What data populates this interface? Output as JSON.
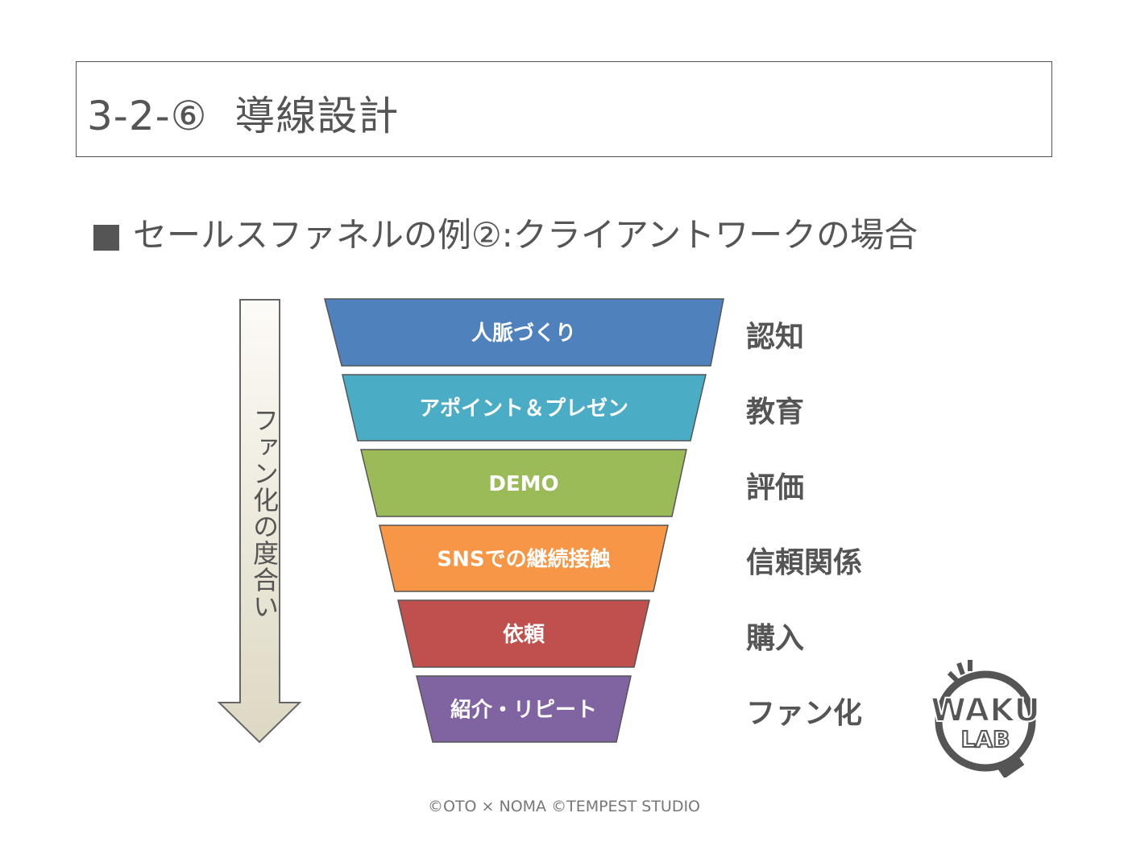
{
  "slide": {
    "title": "3-2-⑥  導線設計",
    "subtitle": "■ セールスファネルの例②:クライアントワークの場合",
    "arrow_label": "ファン化の度合い",
    "funnel": [
      {
        "label": "人脈づくり",
        "stage": "認知",
        "color": "#4f81bd"
      },
      {
        "label": "アポイント＆プレゼン",
        "stage": "教育",
        "color": "#4bacc6"
      },
      {
        "label": "DEMO",
        "stage": "評価",
        "color": "#9bbb59"
      },
      {
        "label": "SNSでの継続接触",
        "stage": "信頼関係",
        "color": "#f79646"
      },
      {
        "label": "依頼",
        "stage": "購入",
        "color": "#c0504d"
      },
      {
        "label": "紹介・リピート",
        "stage": "ファン化",
        "color": "#8064a2"
      }
    ],
    "logo_text": "WAKU LAB",
    "credit": "©OTO × NOMA ©TEMPEST STUDIO"
  }
}
